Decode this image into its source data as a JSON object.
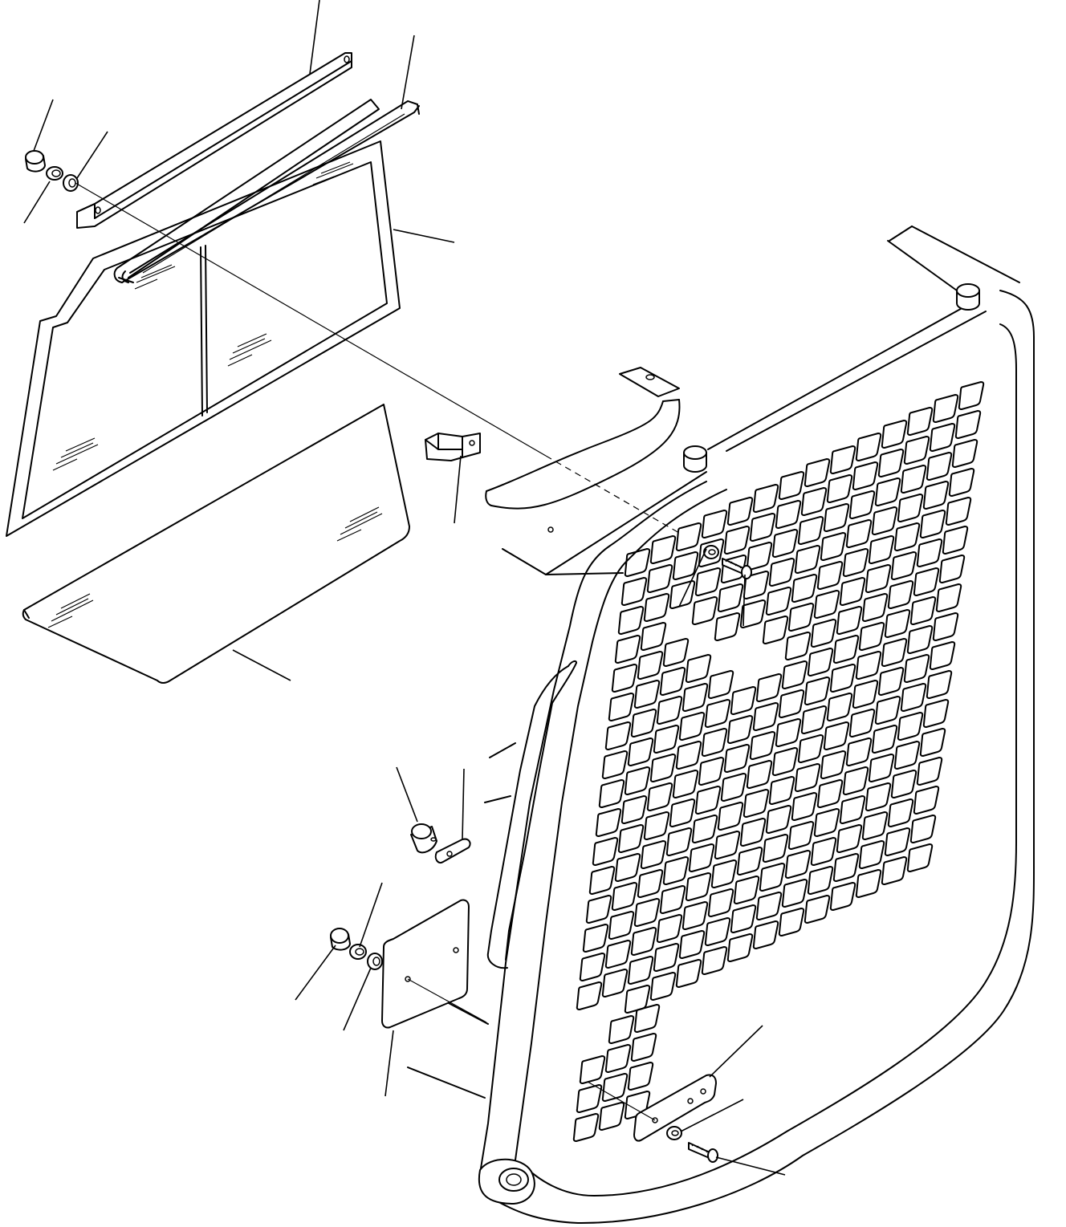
{
  "diagram": {
    "description_visible_text": "",
    "colors": {
      "line": "#000000",
      "background": "#ffffff"
    },
    "parts": [
      {
        "id": "channel-bracket",
        "icon": "bracket-icon"
      },
      {
        "id": "glass-channel-rail",
        "icon": "rail-icon"
      },
      {
        "id": "upper-glass-panel",
        "icon": "glass-icon"
      },
      {
        "id": "lower-glass-panel",
        "icon": "glass-icon"
      },
      {
        "id": "cap-nut-upper",
        "icon": "nut-icon"
      },
      {
        "id": "lock-washer-upper",
        "icon": "washer-icon"
      },
      {
        "id": "flat-washer-upper",
        "icon": "washer-icon"
      },
      {
        "id": "angle-clip",
        "icon": "clip-icon"
      },
      {
        "id": "rubber-stopper",
        "icon": "stopper-icon"
      },
      {
        "id": "small-plate",
        "icon": "plate-icon"
      },
      {
        "id": "cover-plate",
        "icon": "plate-icon"
      },
      {
        "id": "cap-nut-lower",
        "icon": "nut-icon"
      },
      {
        "id": "lock-washer-lower",
        "icon": "washer-icon"
      },
      {
        "id": "flat-washer-lower",
        "icon": "washer-icon"
      },
      {
        "id": "bolt-upper",
        "icon": "bolt-icon"
      },
      {
        "id": "washer-mid",
        "icon": "washer-icon"
      },
      {
        "id": "strip-plate",
        "icon": "plate-icon"
      },
      {
        "id": "bolt-lower",
        "icon": "bolt-icon"
      },
      {
        "id": "washer-lower-right",
        "icon": "washer-icon"
      },
      {
        "id": "guard-frame",
        "icon": "frame-icon"
      },
      {
        "id": "guard-mesh",
        "icon": "mesh-icon"
      }
    ]
  }
}
